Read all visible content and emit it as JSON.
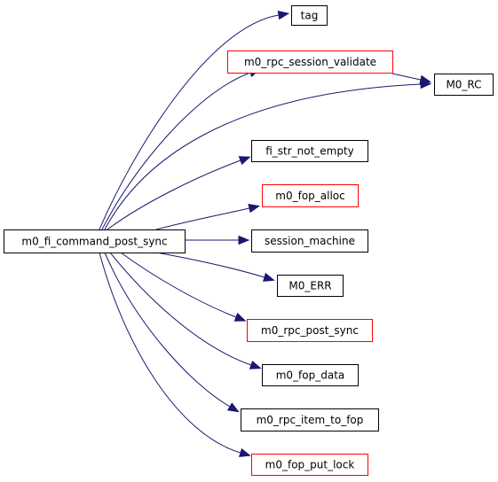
{
  "colors": {
    "edge": "#191970",
    "node_border_default": "#000000",
    "node_border_highlight": "#ff0000",
    "root_fill": "#bfbfbf"
  },
  "root": {
    "label": "m0_fi_command_post_sync"
  },
  "nodes": [
    {
      "id": "tag",
      "label": "tag",
      "border": "default"
    },
    {
      "id": "m0_rpc_session_validate",
      "label": "m0_rpc_session_validate",
      "border": "highlight"
    },
    {
      "id": "M0_RC",
      "label": "M0_RC",
      "border": "default"
    },
    {
      "id": "fi_str_not_empty",
      "label": "fi_str_not_empty",
      "border": "default"
    },
    {
      "id": "m0_fop_alloc",
      "label": "m0_fop_alloc",
      "border": "highlight"
    },
    {
      "id": "session_machine",
      "label": "session_machine",
      "border": "default"
    },
    {
      "id": "M0_ERR",
      "label": "M0_ERR",
      "border": "default"
    },
    {
      "id": "m0_rpc_post_sync",
      "label": "m0_rpc_post_sync",
      "border": "highlight"
    },
    {
      "id": "m0_fop_data",
      "label": "m0_fop_data",
      "border": "default"
    },
    {
      "id": "m0_rpc_item_to_fop",
      "label": "m0_rpc_item_to_fop",
      "border": "default"
    },
    {
      "id": "m0_fop_put_lock",
      "label": "m0_fop_put_lock",
      "border": "highlight"
    }
  ],
  "edges": [
    {
      "from": "root",
      "to": "tag"
    },
    {
      "from": "root",
      "to": "m0_rpc_session_validate"
    },
    {
      "from": "root",
      "to": "M0_RC"
    },
    {
      "from": "m0_rpc_session_validate",
      "to": "M0_RC"
    },
    {
      "from": "root",
      "to": "fi_str_not_empty"
    },
    {
      "from": "root",
      "to": "m0_fop_alloc"
    },
    {
      "from": "root",
      "to": "session_machine"
    },
    {
      "from": "root",
      "to": "M0_ERR"
    },
    {
      "from": "root",
      "to": "m0_rpc_post_sync"
    },
    {
      "from": "root",
      "to": "m0_fop_data"
    },
    {
      "from": "root",
      "to": "m0_rpc_item_to_fop"
    },
    {
      "from": "root",
      "to": "m0_fop_put_lock"
    }
  ]
}
